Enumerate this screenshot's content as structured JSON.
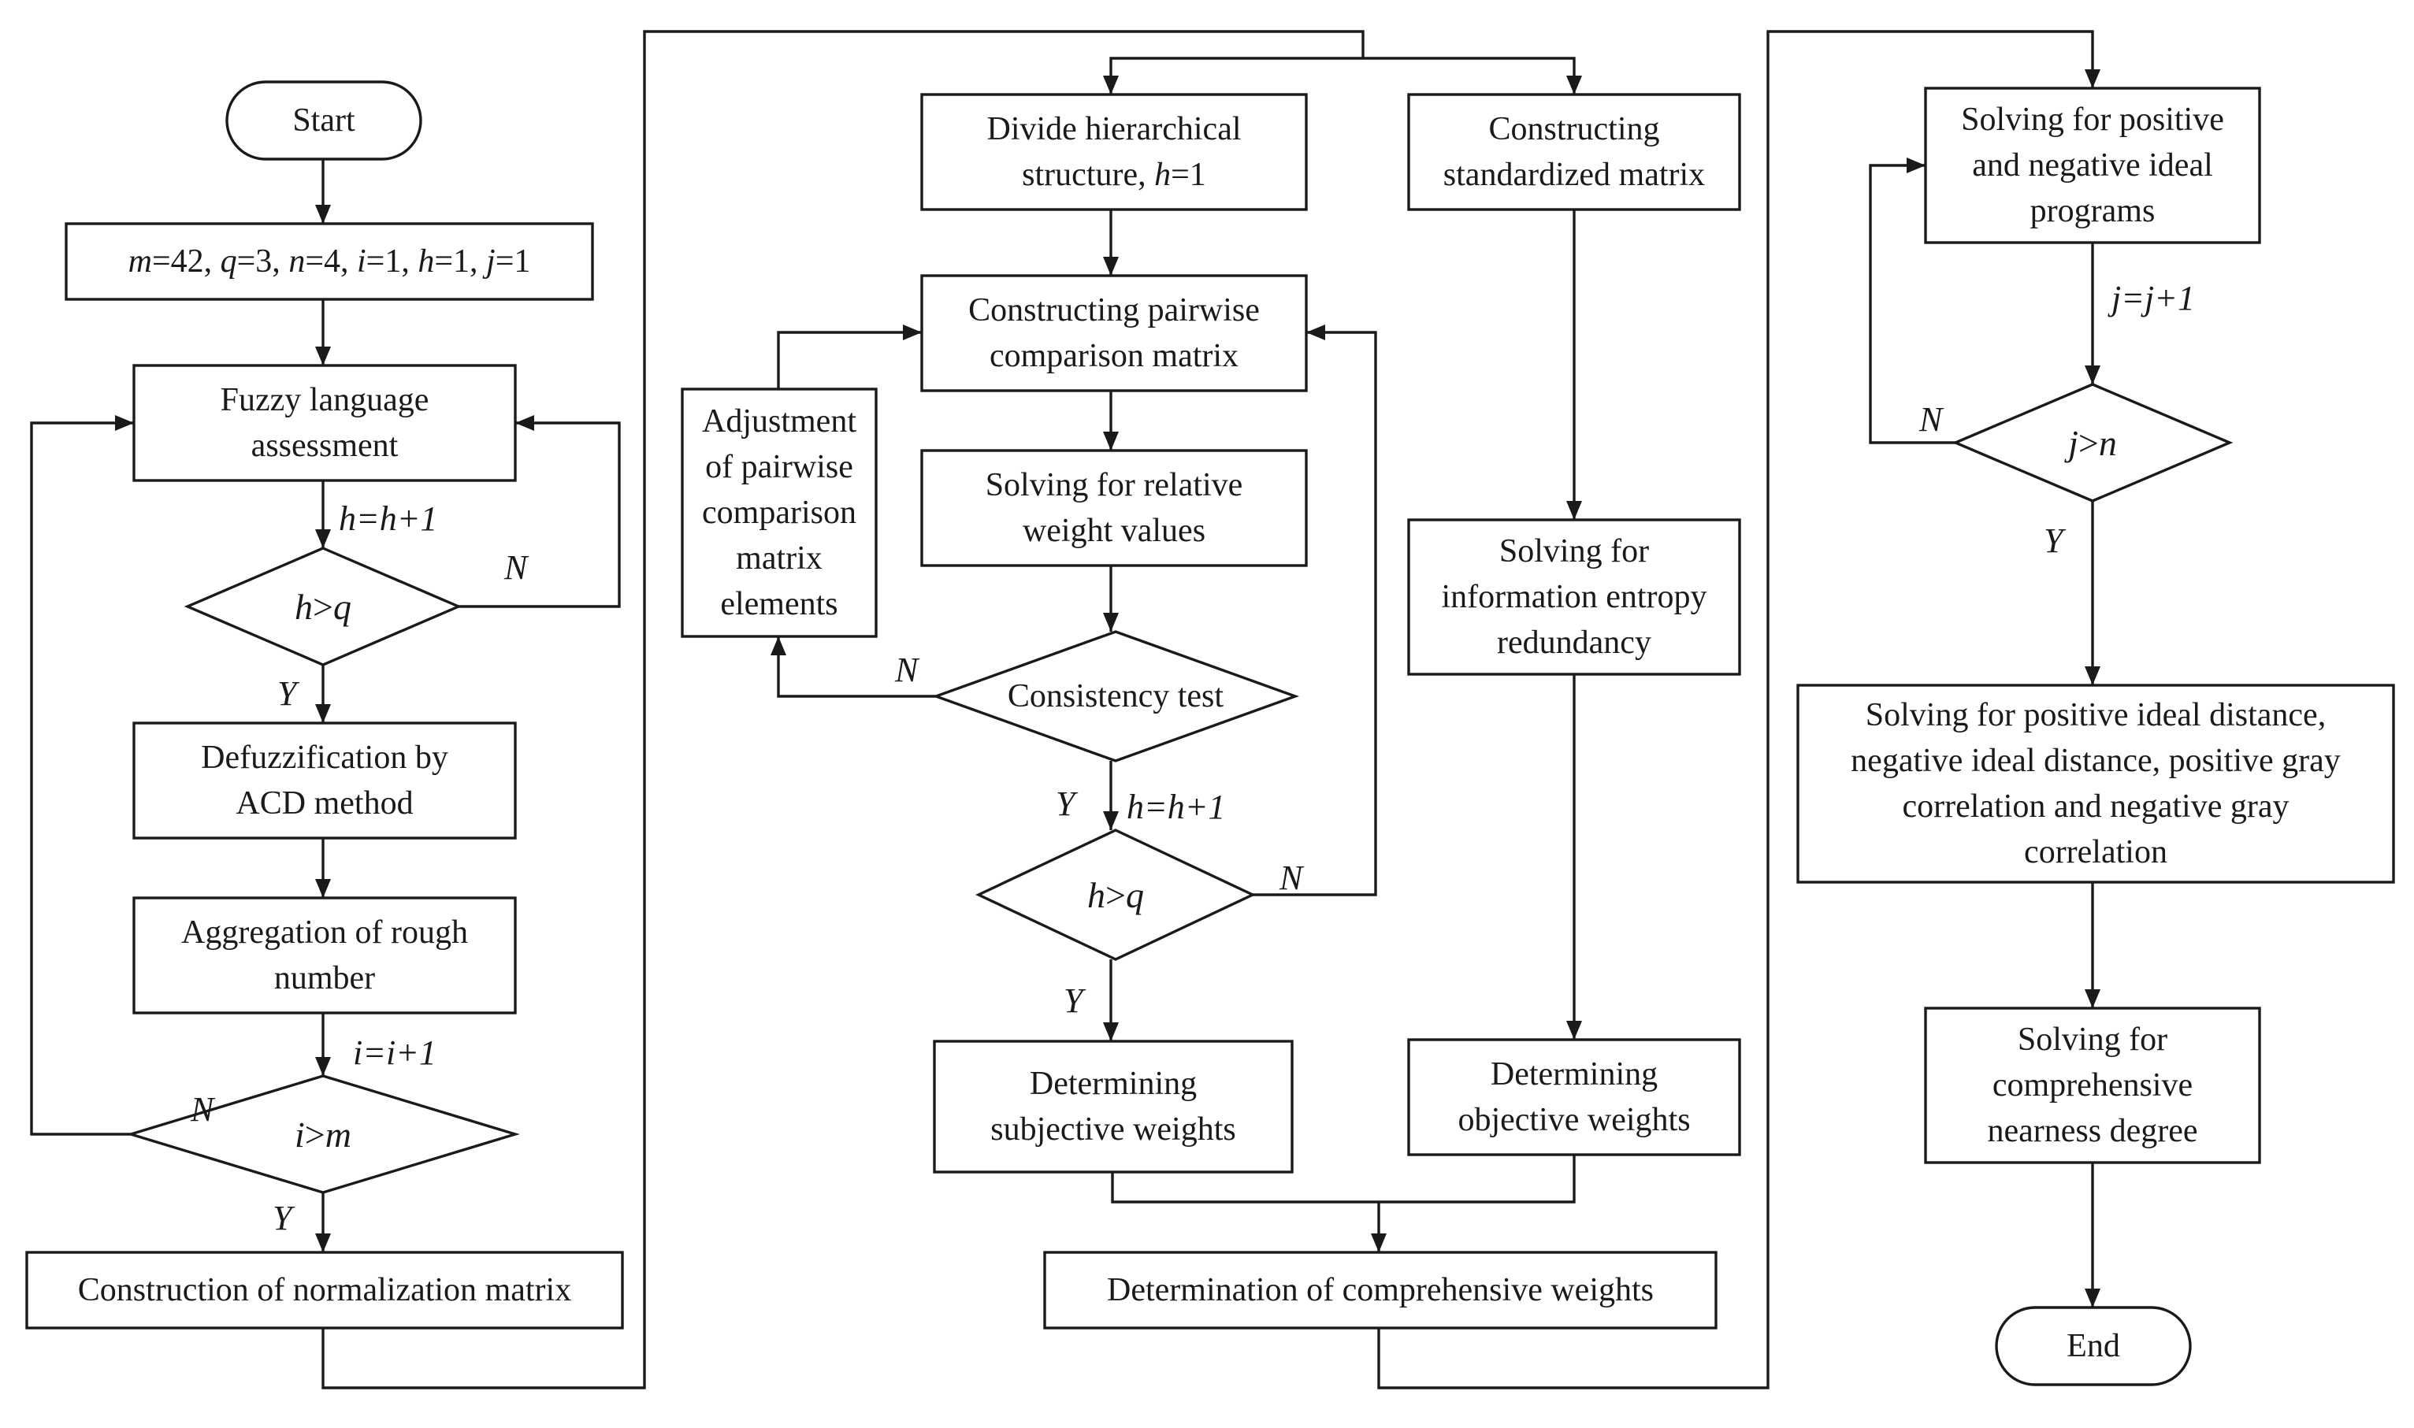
{
  "colors": {
    "stroke": "#1a1a1a",
    "fill": "#ffffff"
  },
  "column1": {
    "start": "Start",
    "init": [
      "m=42, q=3, n=4, i=1, h=1, j=1"
    ],
    "fuzzy": [
      "Fuzzy language",
      "assessment"
    ],
    "h_update": "h=h+1",
    "h_cond": "h>q",
    "defuzz": [
      "Defuzzification by",
      "ACD method"
    ],
    "aggregation": [
      "Aggregation of rough",
      "number"
    ],
    "i_update": "i=i+1",
    "i_cond": "i>m",
    "normalization": [
      "Construction of normalization matrix"
    ]
  },
  "column2": {
    "divide": [
      "Divide hierarchical",
      "structure, h=1"
    ],
    "pairwise": [
      "Constructing  pairwise",
      "comparison matrix"
    ],
    "adjust": [
      "Adjustment",
      "of pairwise",
      "comparison",
      "matrix",
      "elements"
    ],
    "relative": [
      "Solving for relative",
      "weight values"
    ],
    "consistency": "Consistency test",
    "h_update": "h=h+1",
    "h_cond": "h>q",
    "subjective": [
      "Determining",
      "subjective weights"
    ],
    "standardized": [
      "Constructing",
      "standardized matrix"
    ],
    "entropy": [
      "Solving for",
      "information entropy",
      "redundancy"
    ],
    "objective": [
      "Determining",
      "objective weights"
    ],
    "comprehensive": [
      "Determination of comprehensive weights"
    ]
  },
  "column3": {
    "ideal": [
      "Solving  for positive",
      "and negative ideal",
      "programs"
    ],
    "j_update": "j=j+1",
    "j_cond": "j>n",
    "distance": [
      "Solving for positive ideal distance,",
      "negative ideal distance, positive gray",
      "correlation and negative gray",
      "correlation"
    ],
    "nearness": [
      "Solving for",
      "comprehensive",
      "nearness degree"
    ],
    "end": "End"
  },
  "labels": {
    "yes": "Y",
    "no": "N"
  }
}
